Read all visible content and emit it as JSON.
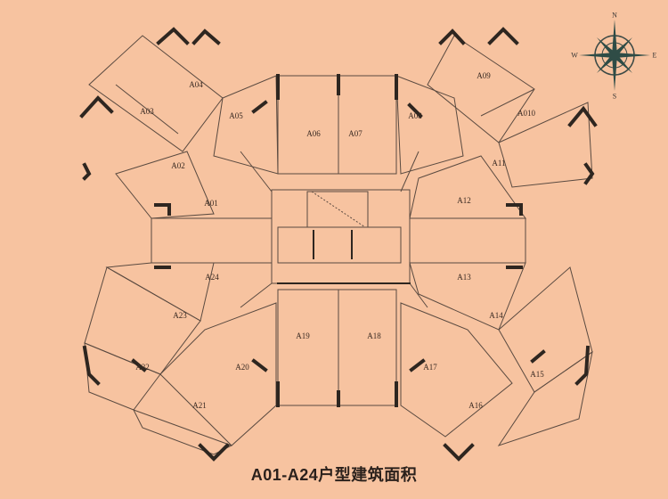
{
  "title": "A01-A24户型建筑面积",
  "compass": {
    "north": "N",
    "east": "E",
    "south": "S",
    "west": "W"
  },
  "units": [
    {
      "id": "A01",
      "label": "A01"
    },
    {
      "id": "A02",
      "label": "A02"
    },
    {
      "id": "A03",
      "label": "A03"
    },
    {
      "id": "A04",
      "label": "A04"
    },
    {
      "id": "A05",
      "label": "A05"
    },
    {
      "id": "A06",
      "label": "A06"
    },
    {
      "id": "A07",
      "label": "A07"
    },
    {
      "id": "A08",
      "label": "A08"
    },
    {
      "id": "A09",
      "label": "A09"
    },
    {
      "id": "A10",
      "label": "A010"
    },
    {
      "id": "A11",
      "label": "A11"
    },
    {
      "id": "A12",
      "label": "A12"
    },
    {
      "id": "A13",
      "label": "A13"
    },
    {
      "id": "A14",
      "label": "A14"
    },
    {
      "id": "A15",
      "label": "A15"
    },
    {
      "id": "A16",
      "label": "A16"
    },
    {
      "id": "A17",
      "label": "A17"
    },
    {
      "id": "A18",
      "label": "A18"
    },
    {
      "id": "A19",
      "label": "A19"
    },
    {
      "id": "A20",
      "label": "A20"
    },
    {
      "id": "A21",
      "label": "A21"
    },
    {
      "id": "A22",
      "label": "A22"
    },
    {
      "id": "A23",
      "label": "A23"
    },
    {
      "id": "A24",
      "label": "A24"
    }
  ]
}
